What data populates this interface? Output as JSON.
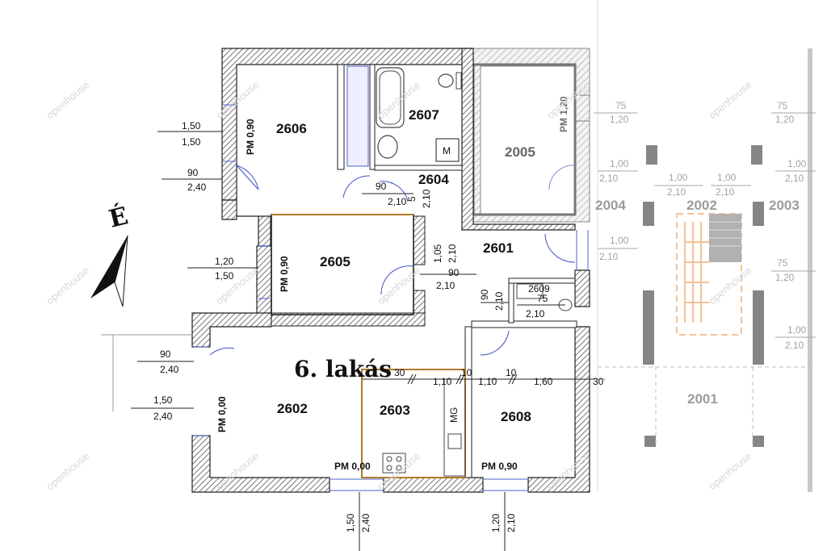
{
  "plan": {
    "title": "6. lakás",
    "north_label": "É",
    "watermark": "openhouse",
    "rooms": {
      "r2606": "2606",
      "r2607": "2607",
      "r2604": "2604",
      "r2605": "2605",
      "r2601": "2601",
      "r2609": "2609",
      "r2602": "2602",
      "r2603": "2603",
      "r2608": "2608"
    },
    "neighbor_rooms": {
      "r2005": "2005",
      "r2004": "2004",
      "r2002": "2002",
      "r2003": "2003",
      "r2001": "2001"
    },
    "pm_labels": {
      "pm_2606": "PM 0,90",
      "pm_2605": "PM 0,90",
      "pm_2602": "PM 0,00",
      "pm_2603": "PM 0,00",
      "pm_2608": "PM 0,90",
      "pm_2005": "PM 1,20"
    },
    "dimensions": {
      "d_win2606_top": "1,50",
      "d_win2606_bot": "1,50",
      "d_door2606_top": "90",
      "d_door2606_bot": "2,40",
      "d_win2605_top": "1,20",
      "d_win2605_bot": "1,50",
      "d_door2602_top": "90",
      "d_door2602_bot": "2,40",
      "d_win2602_top": "1,50",
      "d_win2602_bot": "2,40",
      "d_door2604_top": "90",
      "d_door2604_bot": "2,10",
      "d_2604_v1": "5",
      "d_2604_v2": "2,10",
      "d_2601_v1": "1,05",
      "d_2601_v2": "2,10",
      "d_door2605_top": "90",
      "d_door2605_bot": "2,10",
      "d_2609_v1": "90",
      "d_2609_v2": "2,10",
      "d_door2609_top": "75",
      "d_door2609_bot": "2,10",
      "d_k1": "30",
      "d_k2": "1,10",
      "d_k3": "10",
      "d_k4": "1,10",
      "d_k5": "10",
      "d_k6": "1,60",
      "d_k7": "30",
      "d_bot1_a": "1,50",
      "d_bot1_b": "2,40",
      "d_bot2_a": "1,20",
      "d_bot2_b": "2,10"
    },
    "neighbor_dimensions": {
      "n1_top": "75",
      "n1_bot": "1,20",
      "n2_top": "75",
      "n2_bot": "1,20",
      "n3_top": "1,00",
      "n3_bot": "2,10",
      "n4_top": "1,00",
      "n4_bot": "2,10",
      "n5_top": "1,00",
      "n5_bot": "2,10",
      "n6_top": "1,00",
      "n6_bot": "2,10",
      "n7_top": "1,00",
      "n7_bot": "2,10",
      "n8_top": "75",
      "n8_bot": "1,20",
      "n9_top": "1,00",
      "n9_bot": "2,10"
    },
    "fixture_labels": {
      "washer": "M",
      "stove": "MG"
    }
  }
}
